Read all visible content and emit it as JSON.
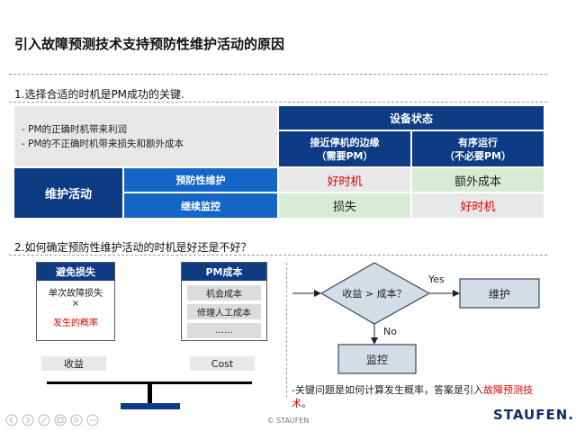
{
  "title": "引入故障预测技术支持预防性维护活动的原因",
  "section1": {
    "heading": "1.选择合适的时机是PM成功的关键.",
    "notes": [
      "- PM的正确时机带来利润",
      "- PM的不正确时机带来损失和额外成本"
    ],
    "equip_state": "设备状态",
    "col1": [
      "接近停机的边缘",
      "（需要PM）"
    ],
    "col2": [
      "有序运行",
      "（不必要PM）"
    ],
    "row_group": "维护活动",
    "rows": [
      {
        "label": "预防性维护",
        "c1": "好时机",
        "c2": "额外成本"
      },
      {
        "label": "继续监控",
        "c1": "损失",
        "c2": "好时机"
      }
    ],
    "colors": {
      "navy": "#0d3b84",
      "blue": "#1366c6",
      "red": "#e00000",
      "green": "#d8ecd5"
    }
  },
  "section2": {
    "heading": "2.如何确定预防性维护活动的时机是好还是不好？",
    "avoid": {
      "title": "避免损失",
      "line1": "单次故障损失",
      "times": "×",
      "line3": "发生的概率",
      "caption": "收益"
    },
    "pm_cost": {
      "title": "PM成本",
      "items": [
        "机会成本",
        "修理人工成本",
        "……"
      ],
      "caption": "Cost"
    },
    "flow": {
      "decision": "收益 > 成本？",
      "yes": "Yes",
      "no": "No",
      "yes_box": "维护",
      "no_box": "监控"
    },
    "note_prefix": "-关键问题是如何计算发生概率，答案是引入",
    "note_red_a": "故障预测技",
    "note_red_b": "术",
    "note_suffix": "。"
  },
  "footer": {
    "copyright": "© STAUFEN",
    "logo": "STAUFEN."
  }
}
